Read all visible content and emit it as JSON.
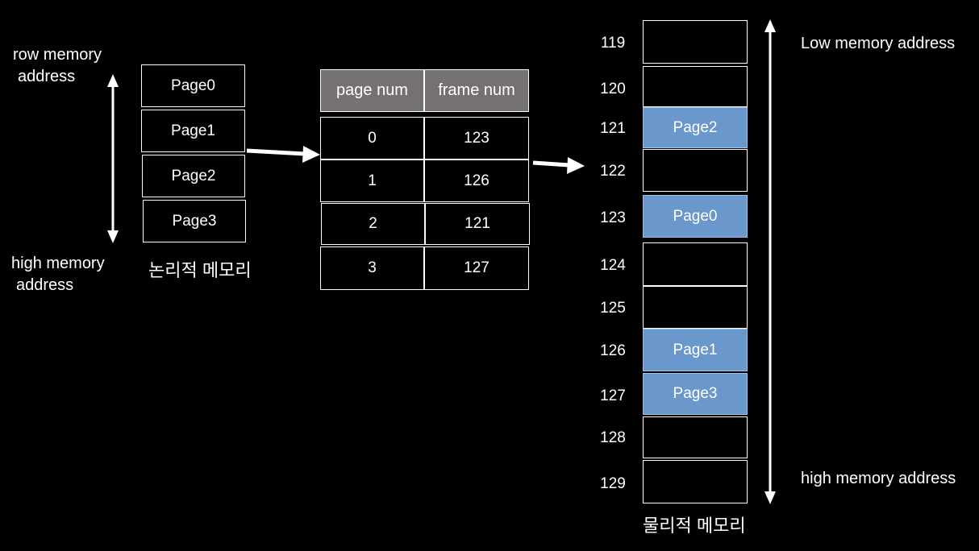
{
  "logical": {
    "low_label_line1": "row memory",
    "low_label_line2": "address",
    "high_label_line1": "high memory",
    "high_label_line2": "address",
    "pages": [
      "Page0",
      "Page1",
      "Page2",
      "Page3"
    ],
    "caption": "논리적 메모리"
  },
  "page_table": {
    "header_page": "page num",
    "header_frame": "frame num",
    "rows": [
      {
        "page": "0",
        "frame": "123"
      },
      {
        "page": "1",
        "frame": "126"
      },
      {
        "page": "2",
        "frame": "121"
      },
      {
        "page": "3",
        "frame": "127"
      }
    ]
  },
  "physical": {
    "frames": [
      {
        "num": "119",
        "content": ""
      },
      {
        "num": "120",
        "content": ""
      },
      {
        "num": "121",
        "content": "Page2"
      },
      {
        "num": "122",
        "content": ""
      },
      {
        "num": "123",
        "content": "Page0"
      },
      {
        "num": "124",
        "content": ""
      },
      {
        "num": "125",
        "content": ""
      },
      {
        "num": "126",
        "content": "Page1"
      },
      {
        "num": "127",
        "content": "Page3"
      },
      {
        "num": "128",
        "content": ""
      },
      {
        "num": "129",
        "content": ""
      }
    ],
    "low_label": "Low memory address",
    "high_label": "high memory address",
    "caption": "물리적 메모리"
  },
  "colors": {
    "background": "#000000",
    "table_header": "#767171",
    "frame_filled": "#6a98cc",
    "line": "#ffffff"
  }
}
